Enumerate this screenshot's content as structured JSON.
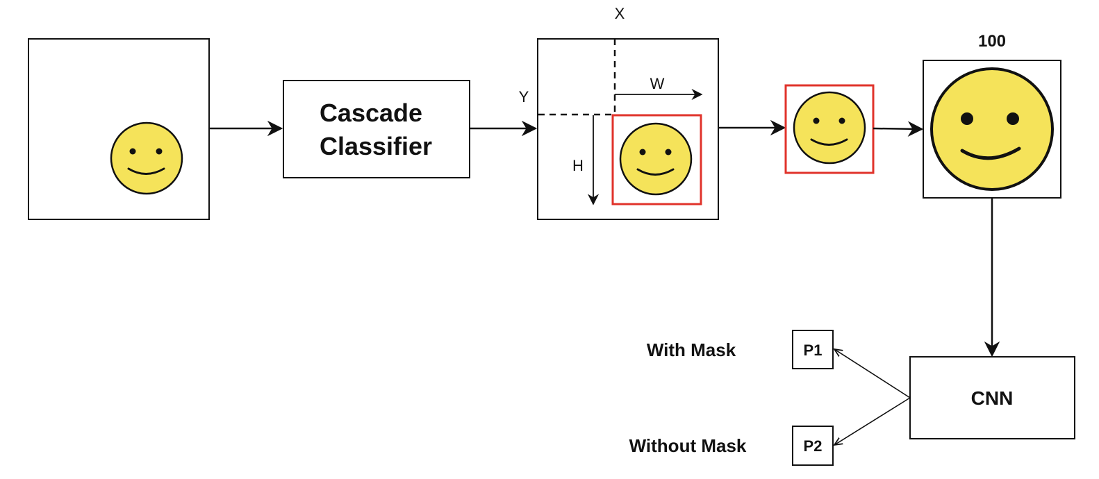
{
  "classifier": {
    "line1": "Cascade",
    "line2": "Classifier"
  },
  "crop_box": {
    "x_label": "X",
    "y_label": "Y",
    "w_label": "W",
    "h_label": "H"
  },
  "resized": {
    "size_label": "100"
  },
  "cnn": {
    "label": "CNN"
  },
  "outputs": [
    {
      "box_label": "P1",
      "text": "With Mask"
    },
    {
      "box_label": "P2",
      "text": "Without Mask"
    }
  ],
  "colors": {
    "face_fill": "#f5e35a",
    "highlight": "#e0332b",
    "stroke": "#111111"
  }
}
